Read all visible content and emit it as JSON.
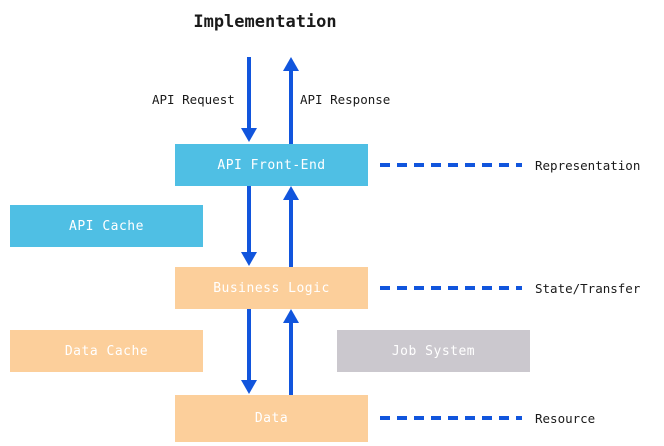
{
  "diagram": {
    "title": "Implementation",
    "background_color": "#ffffff",
    "colors": {
      "blue_box": "#4FBFE4",
      "peach_box": "#FCCF9B",
      "gray_box": "#CBC8CE",
      "arrow": "#1155DD",
      "box_text": "#ffffff",
      "label_text": "#1a1a1a"
    },
    "boxes": [
      {
        "id": "api-frontend",
        "label": "API Front-End",
        "color": "blue"
      },
      {
        "id": "api-cache",
        "label": "API Cache",
        "color": "blue"
      },
      {
        "id": "business-logic",
        "label": "Business Logic",
        "color": "peach"
      },
      {
        "id": "data-cache",
        "label": "Data Cache",
        "color": "peach"
      },
      {
        "id": "job-system",
        "label": "Job System",
        "color": "gray"
      },
      {
        "id": "data",
        "label": "Data",
        "color": "peach"
      }
    ],
    "flow_labels": {
      "request": "API Request",
      "response": "API Response"
    },
    "side_labels": [
      {
        "id": "representation",
        "label": "Representation",
        "from_box": "api-frontend"
      },
      {
        "id": "state-transfer",
        "label": "State/Transfer",
        "from_box": "business-logic"
      },
      {
        "id": "resource",
        "label": "Resource",
        "from_box": "data"
      }
    ]
  }
}
